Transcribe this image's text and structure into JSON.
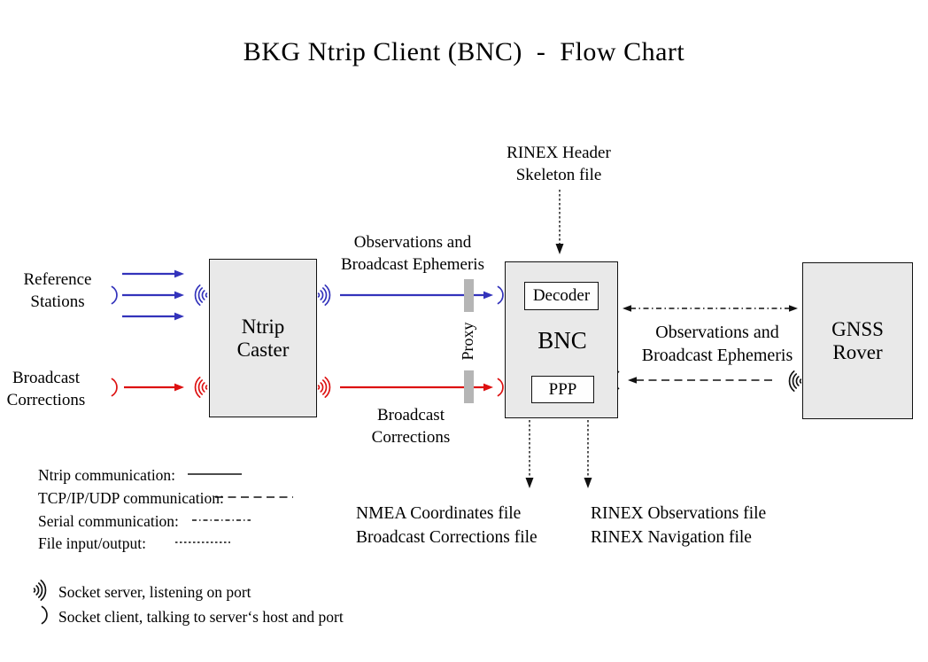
{
  "title": "BKG Ntrip Client (BNC)  -  Flow Chart",
  "colors": {
    "ntrip_blue": "#3333bb",
    "corrections_red": "#dd1111",
    "line_black": "#111111",
    "box_fill": "#e9e9e9",
    "inner_box_fill": "#fefefe",
    "proxy_bar": "#b5b5b5"
  },
  "nodes": {
    "ntrip_caster": {
      "lines": [
        "Ntrip",
        "Caster"
      ]
    },
    "bnc": {
      "label": "BNC",
      "decoder": "Decoder",
      "ppp": "PPP"
    },
    "gnss_rover": {
      "lines": [
        "GNSS",
        "Rover"
      ]
    }
  },
  "labels": {
    "reference_stations": [
      "Reference",
      "Stations"
    ],
    "broadcast_corrections_input": [
      "Broadcast",
      "Corrections"
    ],
    "observations_top": [
      "Observations and",
      "Broadcast Ephemeris"
    ],
    "broadcast_corrections_link": [
      "Broadcast",
      "Corrections"
    ],
    "rinex_header_skeleton": [
      "RINEX Header",
      "Skeleton file"
    ],
    "observations_right": [
      "Observations and",
      "Broadcast Ephemeris"
    ],
    "proxy": "Proxy",
    "nmea_outputs": [
      "NMEA Coordinates file",
      "Broadcast Corrections file"
    ],
    "rinex_outputs": [
      "RINEX Observations file",
      "RINEX Navigation file"
    ]
  },
  "legend": {
    "line_types": [
      {
        "label": "Ntrip communication:",
        "style": "solid"
      },
      {
        "label": "TCP/IP/UDP communication:",
        "style": "dashed"
      },
      {
        "label": "Serial communication:",
        "style": "dashdot"
      },
      {
        "label": "File input/output:",
        "style": "finedash"
      }
    ],
    "socket_server": "Socket server, listening on port",
    "socket_client": "Socket client, talking to server‘s host and port"
  }
}
